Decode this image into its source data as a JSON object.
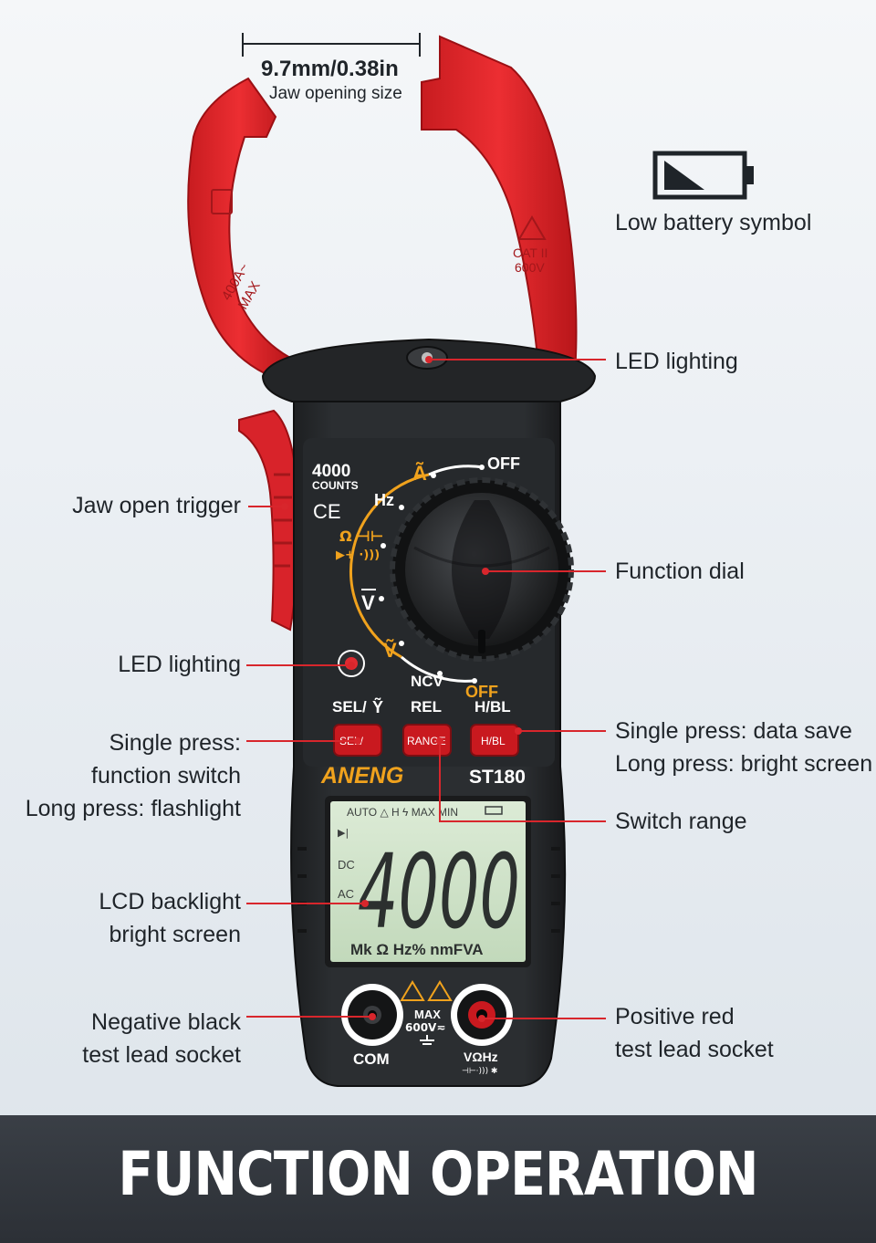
{
  "jaw": {
    "size": "9.7mm/0.38in",
    "caption": "Jaw opening size",
    "left_marks": [
      "400A~",
      "MAX"
    ],
    "right_marks": [
      "CAT II",
      "600V"
    ]
  },
  "callouts": {
    "low_battery": "Low battery symbol",
    "led_top": "LED lighting",
    "jaw_trigger": "Jaw open trigger",
    "function_dial": "Function dial",
    "led_side": "LED lighting",
    "sel_lines": [
      "Single press:",
      "function switch",
      "Long press: flashlight"
    ],
    "hbl_lines": [
      "Single press: data save",
      "Long press: bright screen"
    ],
    "switch_range": "Switch range",
    "lcd_lines": [
      "LCD backlight",
      "bright screen"
    ],
    "negative_lines": [
      "Negative black",
      "test lead socket"
    ],
    "positive_lines": [
      "Positive red",
      "test lead socket"
    ]
  },
  "device": {
    "counts_value": "4000",
    "counts_label": "COUNTS",
    "ce": "CE",
    "dial_positions": {
      "amps": "Ã",
      "off_top": "OFF",
      "hz": "Hz",
      "ohm_cap": "Ω ⊣⊢",
      "diode_cont": "▶+ ·)))",
      "vdc": "V",
      "vac": "Ṽ",
      "ncv": "NCV",
      "off_bottom": "OFF"
    },
    "button_labels": {
      "sel": "SEL/",
      "rel": "REL",
      "hbl": "H/BL"
    },
    "buttons": {
      "sel": "SEL/",
      "range": "RANGE",
      "hbl": "H/BL"
    },
    "brand": "ANENG",
    "model": "ST180",
    "lcd": {
      "status": "AUTO △  H  ϟ MAX MIN",
      "reading": "4000",
      "indicators": [
        "DC",
        "AC"
      ],
      "units": "Mk Ω Hz% nmFVA"
    },
    "sockets": {
      "com": "COM",
      "max": "MAX",
      "max_voltage": "600V≂",
      "vohm": "VΩHz",
      "vohm_sub": "⊣⊢·))) ✱"
    }
  },
  "banner": {
    "title": "FUNCTION OPERATION"
  },
  "colors": {
    "jaw_red": "#e3262a",
    "body_black": "#25282b",
    "accent_orange": "#f0a21d",
    "lcd_green": "#cfe2c8",
    "banner_gray": "#33373d",
    "callout_red": "#d8262c"
  }
}
